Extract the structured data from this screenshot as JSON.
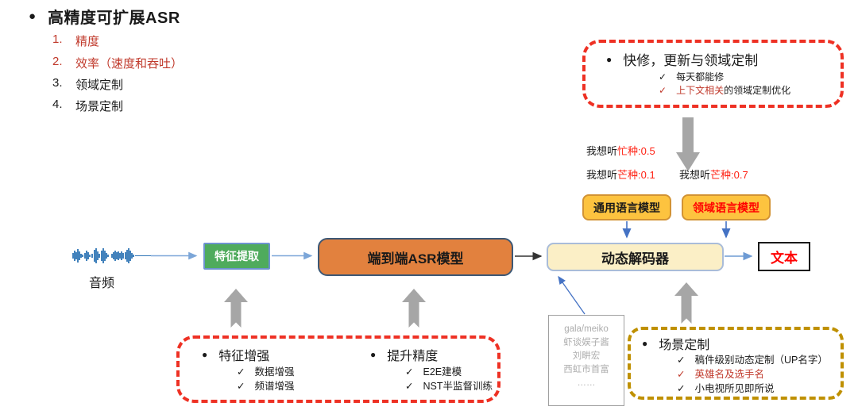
{
  "glyphs": {
    "bullet": "●",
    "check": "✓"
  },
  "header": {
    "title": "高精度可扩展ASR"
  },
  "feature_list": [
    {
      "num": "1.",
      "label": "精度",
      "red": true
    },
    {
      "num": "2.",
      "label": "效率（速度和吞吐）",
      "red": true
    },
    {
      "num": "3.",
      "label": "领域定制",
      "red": false
    },
    {
      "num": "4.",
      "label": "场景定制",
      "red": false
    }
  ],
  "hotfix_box": {
    "title": "快修，更新与领域定制",
    "items": [
      {
        "red_part": "",
        "black_part": "每天都能修",
        "check_red": false
      },
      {
        "red_part": "上下文相关",
        "black_part": "的领域定制优化",
        "check_red": true
      }
    ]
  },
  "samples": [
    {
      "prefix": "我想听",
      "highlight": "忙种:0.5"
    },
    {
      "prefix": "我想听",
      "highlight": "芒种:0.1"
    },
    {
      "prefix": "我想听",
      "highlight": "芒种:0.7"
    }
  ],
  "lm_boxes": {
    "general": "通用语言模型",
    "domain": "领域语言模型"
  },
  "pipeline": {
    "audio_label": "音频",
    "feature_extract": "特征提取",
    "asr_model": "端到端ASR模型",
    "decoder": "动态解码器",
    "output": "文本"
  },
  "enhance_box": {
    "col1": {
      "title": "特征增强",
      "items": [
        "数据增强",
        "频谱增强"
      ]
    },
    "col2": {
      "title": "提升精度",
      "items": [
        "E2E建模",
        "NST半监督训练"
      ]
    }
  },
  "hotwords_box": {
    "lines": [
      "gala/meiko",
      "虾谈娱子酱",
      "刘畊宏",
      "西虹市首富",
      "……"
    ]
  },
  "scene_box": {
    "title": "场景定制",
    "items": [
      {
        "text": "稿件级别动态定制（UP名字）",
        "red": false
      },
      {
        "text": "英雄名及选手名",
        "red": true
      },
      {
        "text": "小电视所见即所说",
        "red": false
      }
    ]
  },
  "colors": {
    "dashed_red": "#ee3124",
    "dashed_gold": "#bf9000",
    "list_red": "#c0392b",
    "bright_red": "#ff0000",
    "green_box": "#4fab5d",
    "orange_box": "#e2813e",
    "amber_box": "#fdc33f",
    "cream_box": "#fbefc6",
    "gray_arrow": "#a6a6a6",
    "blue_connector": "#4472c4",
    "light_blue_connector": "#7ca6d8",
    "waveform_blue": "#2e74b5"
  }
}
